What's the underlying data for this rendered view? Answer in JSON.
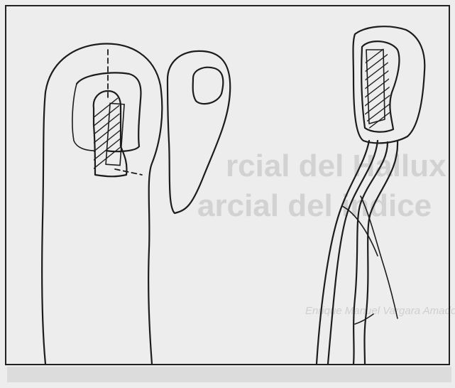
{
  "figure": {
    "bleed_through_text": {
      "line1": "rcial del Hallux",
      "line2": "arcial del indice",
      "author": "Enrique Manuel Vargara Amador"
    },
    "colors": {
      "paper": "#ededed",
      "ink": "#1c1c1c",
      "bleed_text": "#d2d2d2"
    }
  }
}
